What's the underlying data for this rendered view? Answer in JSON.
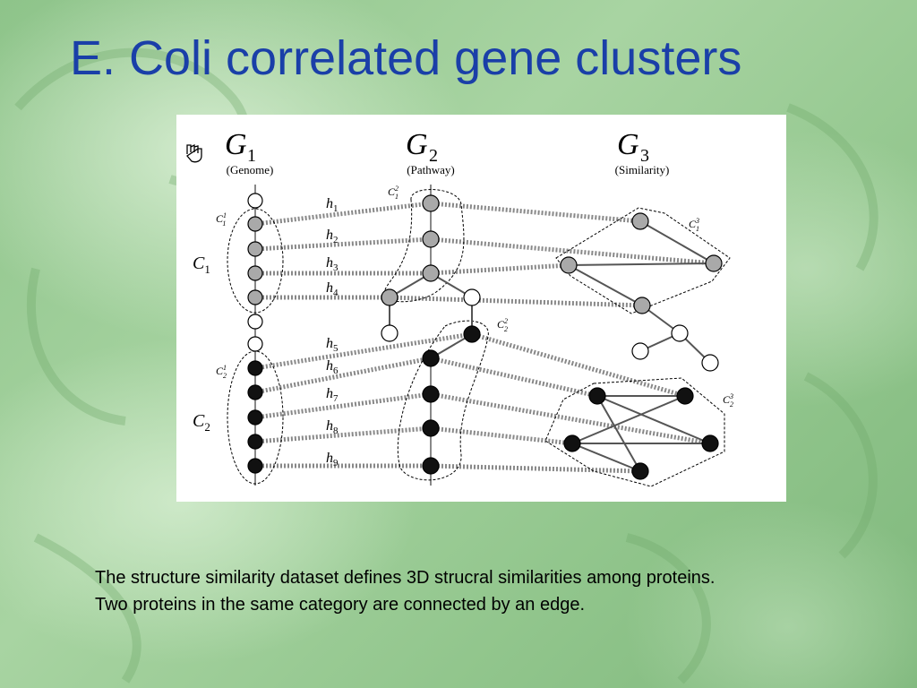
{
  "slide": {
    "title": "E. Coli correlated gene clusters",
    "caption": "The structure similarity dataset defines 3D strucral similarities among proteins. Two proteins in the same category are connected by an edge."
  },
  "diagram": {
    "graphs": [
      {
        "id": "g1",
        "symbol": "G",
        "sub": "1",
        "label": "(Genome)"
      },
      {
        "id": "g2",
        "symbol": "G",
        "sub": "2",
        "label": "(Pathway)"
      },
      {
        "id": "g3",
        "symbol": "G",
        "sub": "3",
        "label": "(Similarity)"
      }
    ],
    "clusters": {
      "c1": "C",
      "c1_sub": "1",
      "c2": "C",
      "c2_sub": "2",
      "c11": "C",
      "c11_sub": "1",
      "c11_sup": "1",
      "c21": "C",
      "c21_sub": "2",
      "c21_sup": "1",
      "c12": "C",
      "c12_sub": "1",
      "c12_sup": "2",
      "c22": "C",
      "c22_sub": "2",
      "c22_sup": "2",
      "c13": "C",
      "c13_sub": "1",
      "c13_sup": "3",
      "c23": "C",
      "c23_sub": "2",
      "c23_sup": "3"
    },
    "edges": [
      {
        "id": "h1",
        "base": "h",
        "sub": "1"
      },
      {
        "id": "h2",
        "base": "h",
        "sub": "2"
      },
      {
        "id": "h3",
        "base": "h",
        "sub": "3"
      },
      {
        "id": "h4",
        "base": "h",
        "sub": "4"
      },
      {
        "id": "h5",
        "base": "h",
        "sub": "5"
      },
      {
        "id": "h6",
        "base": "h",
        "sub": "6"
      },
      {
        "id": "h7",
        "base": "h",
        "sub": "7"
      },
      {
        "id": "h8",
        "base": "h",
        "sub": "8"
      },
      {
        "id": "h9",
        "base": "h",
        "sub": "9"
      }
    ],
    "colors": {
      "grey_node": "#a9a9a9",
      "black_node": "#111111",
      "white_node": "#ffffff",
      "title": "#1a3fa8"
    }
  }
}
